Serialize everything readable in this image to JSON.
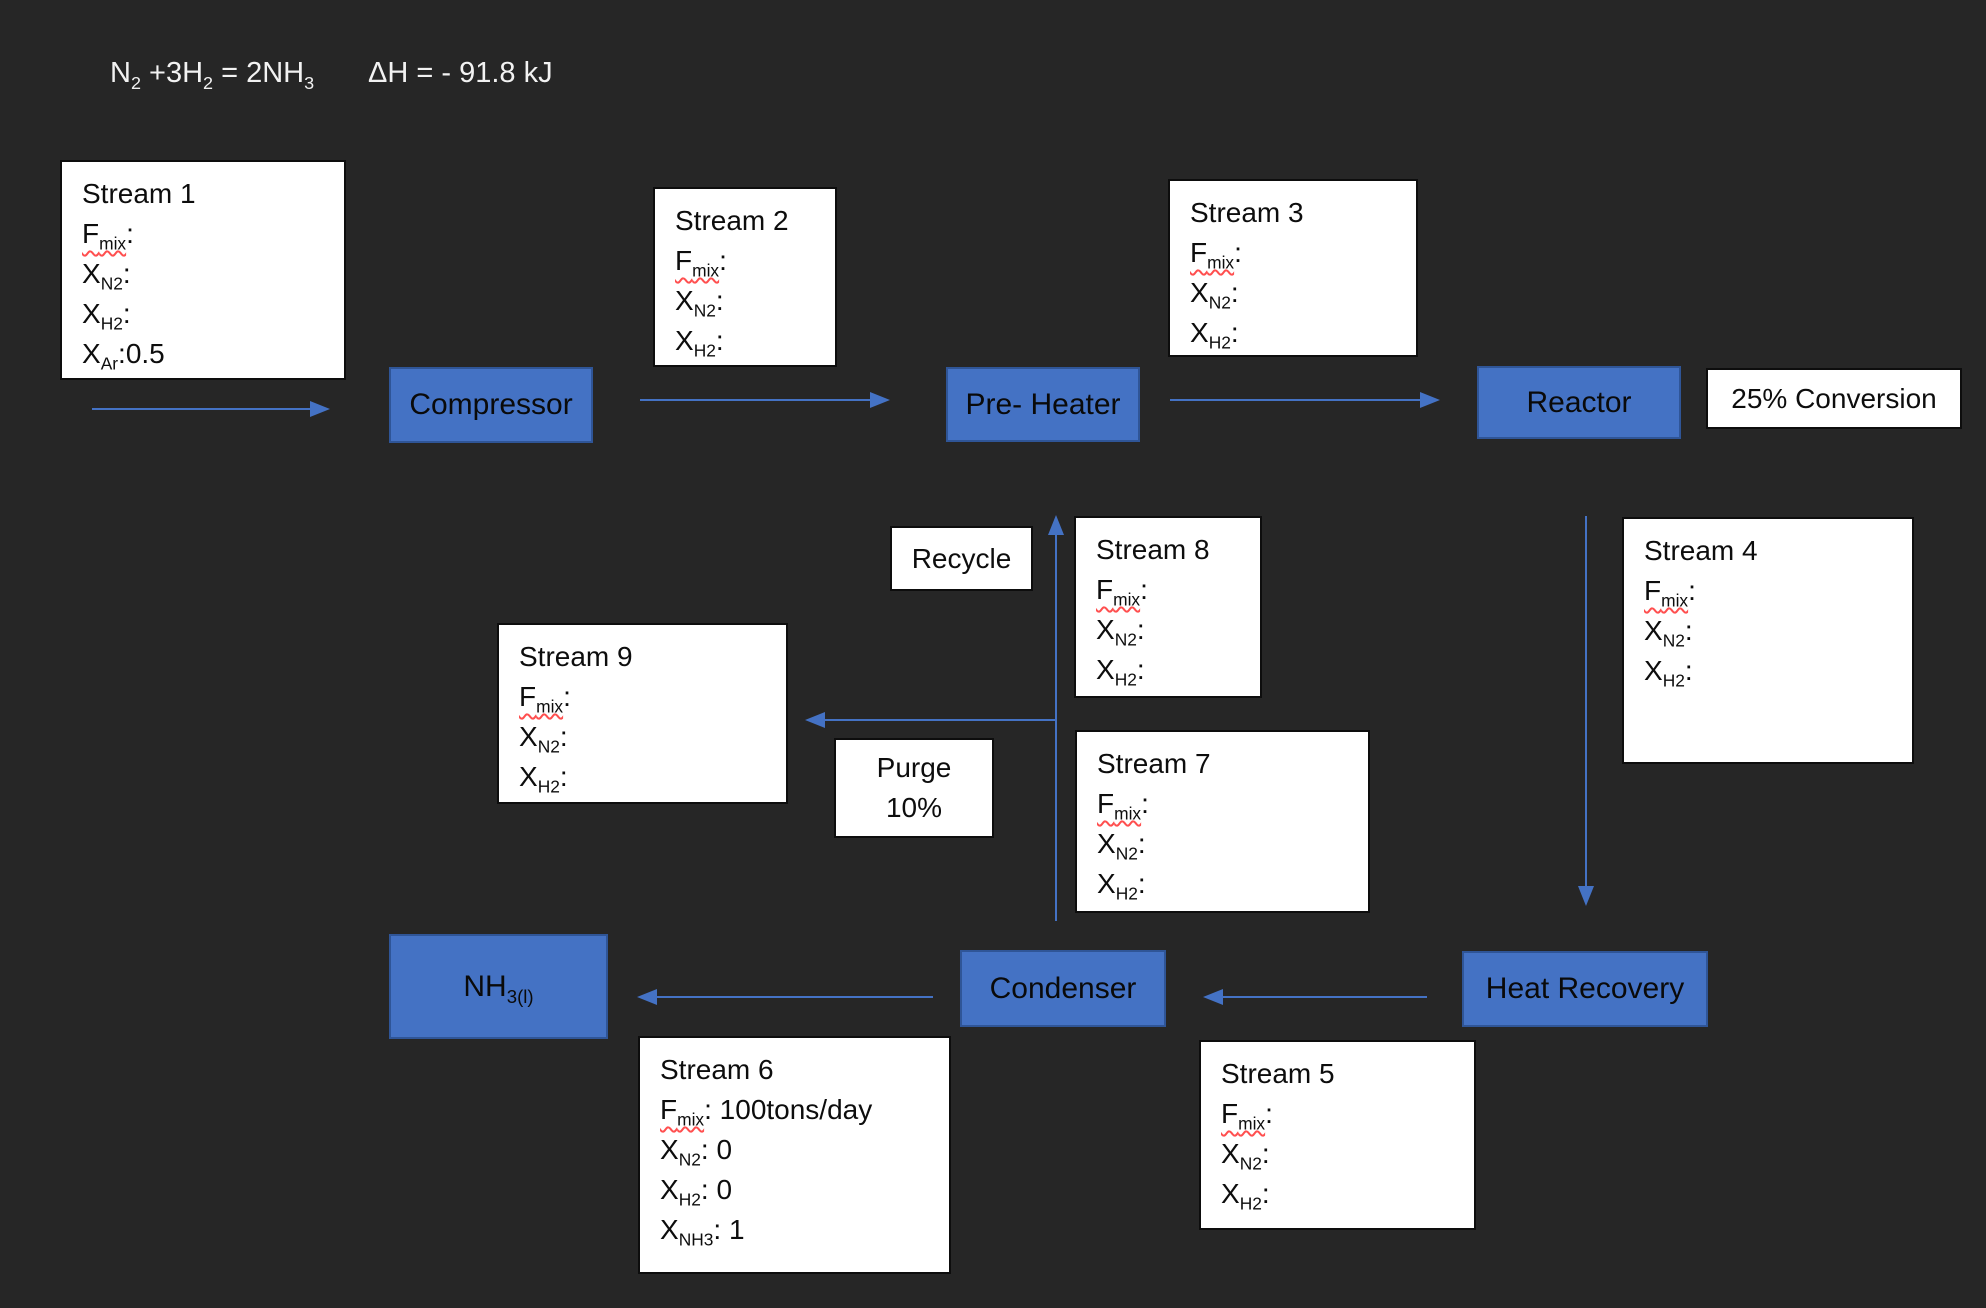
{
  "theme": {
    "background": "#262626",
    "accent": "#4472C4",
    "box_border": "#0d0d0d",
    "text_dark": "#0d0d0d",
    "text_light": "#f2f2f2",
    "squiggle": "#ff4f4f"
  },
  "equation": {
    "reaction": "N_{2} +3H_{2} = 2NH_{3}",
    "enthalpy": "ΔH = - 91.8 kJ"
  },
  "process": {
    "compressor": "Compressor",
    "preheater": "Pre- Heater",
    "reactor": "Reactor",
    "nh3": "NH_{3(l)}",
    "condenser": "Condenser",
    "heat_recovery": "Heat Recovery"
  },
  "labels": {
    "conversion": "25% Conversion",
    "recycle": "Recycle",
    "purge": [
      "Purge",
      "10%"
    ]
  },
  "streams": {
    "s1": {
      "title": "Stream 1",
      "lines": [
        "~~F_{mix}~~:",
        "X_{N2}:",
        "X_{H2}:",
        "X_{Ar}:0.5"
      ]
    },
    "s2": {
      "title": "Stream 2",
      "lines": [
        "~~F_{mix}~~:",
        "X_{N2}:",
        "X_{H2}:"
      ]
    },
    "s3": {
      "title": "Stream 3",
      "lines": [
        "~~F_{mix}~~:",
        "X_{N2}:",
        "X_{H2}:"
      ]
    },
    "s4": {
      "title": "Stream 4",
      "lines": [
        "~~F_{mix}~~:",
        "X_{N2}:",
        "X_{H2}:"
      ]
    },
    "s5": {
      "title": "Stream 5",
      "lines": [
        "~~F_{mix}~~:",
        "X_{N2}:",
        "X_{H2}:"
      ]
    },
    "s6": {
      "title": "Stream 6",
      "lines": [
        "~~F_{mix}~~: 100tons/day",
        "X_{N2}: 0",
        "X_{H2}: 0",
        "X_{NH3}: 1"
      ]
    },
    "s7": {
      "title": "Stream 7",
      "lines": [
        "~~F_{mix}~~:",
        "X_{N2}:",
        "X_{H2}:"
      ]
    },
    "s8": {
      "title": "Stream 8",
      "lines": [
        "~~F_{mix}~~:",
        "X_{N2}:",
        "X_{H2}:"
      ]
    },
    "s9": {
      "title": "Stream 9",
      "lines": [
        "~~F_{mix}~~:",
        "X_{N2}:",
        "X_{H2}:"
      ]
    }
  }
}
